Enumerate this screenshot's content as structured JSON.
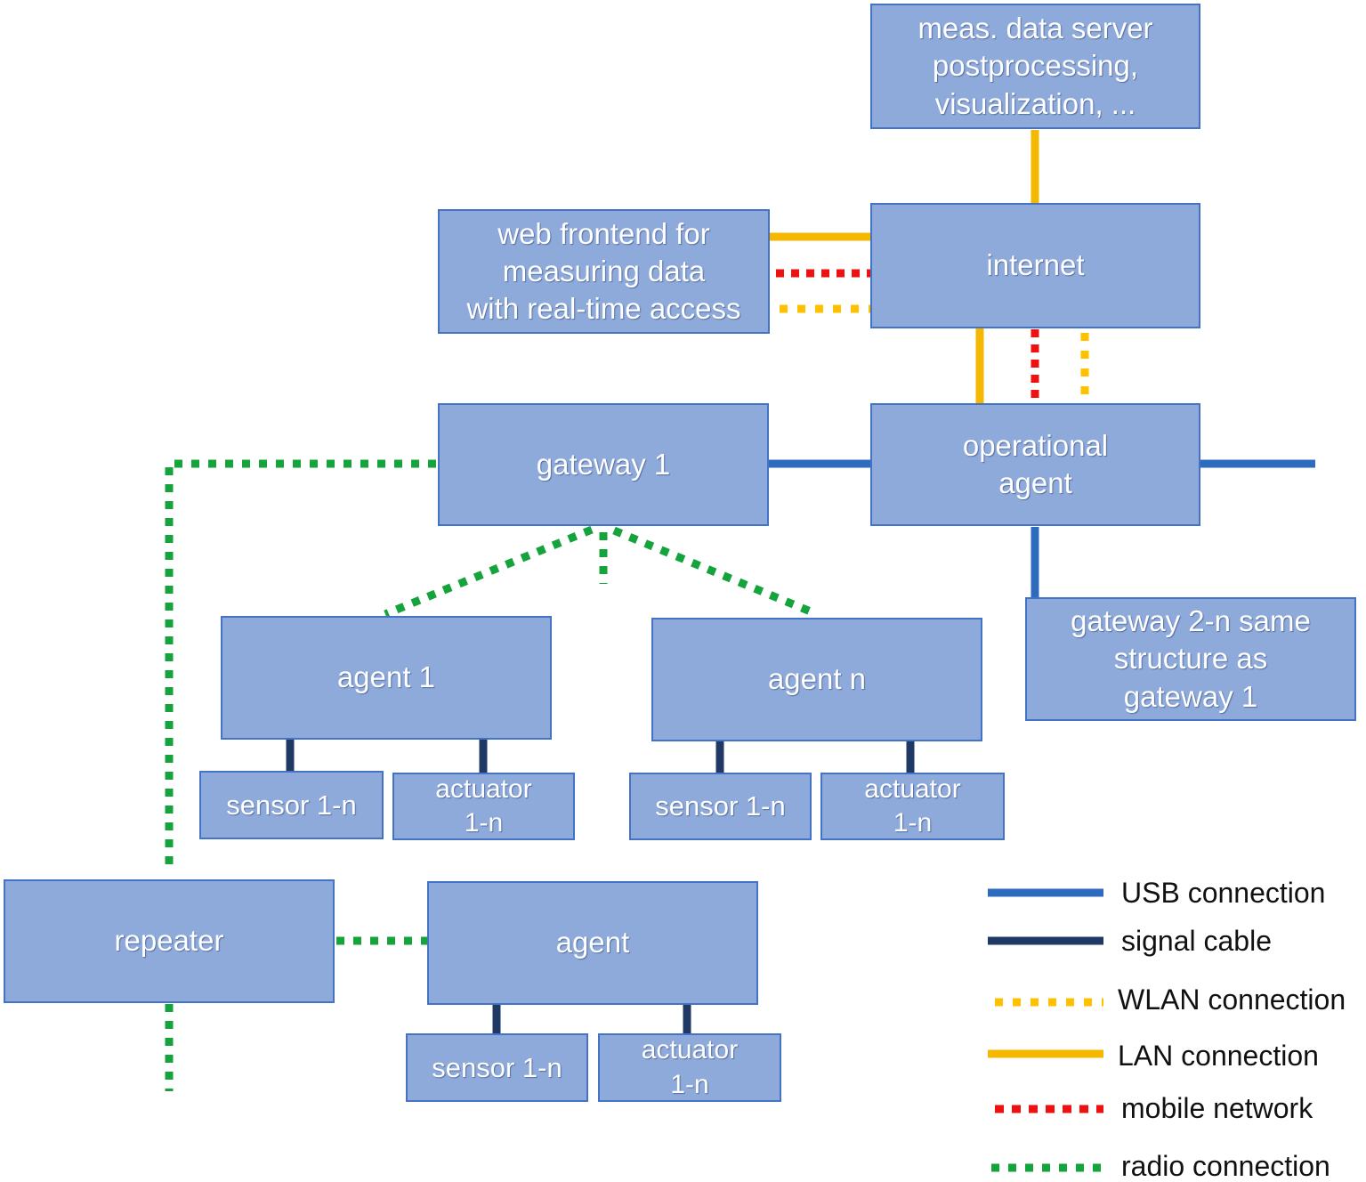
{
  "colors": {
    "box_fill": "#8eaadb",
    "box_border": "#4472c4",
    "usb": "#2e6bbf",
    "signal": "#1f3864",
    "wlan": "#ffc000",
    "lan": "#f5b800",
    "mobile": "#ee1111",
    "radio": "#15a33c"
  },
  "nodes": {
    "meas_server": [
      "meas. data server",
      "postprocessing,",
      "visualization, ..."
    ],
    "internet": [
      "internet"
    ],
    "web_frontend": [
      "web frontend for",
      "measuring data",
      "with real-time access"
    ],
    "gateway1": [
      "gateway 1"
    ],
    "operational_agent": [
      "operational",
      "agent"
    ],
    "gateway2n": [
      "gateway 2-n  same",
      "structure as",
      "gateway  1"
    ],
    "agent1": [
      "agent 1"
    ],
    "agentn": [
      "agent n"
    ],
    "sensor_a1": [
      "sensor 1-n"
    ],
    "actuator_a1": [
      "actuator",
      "1-n"
    ],
    "sensor_an": [
      "sensor 1-n"
    ],
    "actuator_an": [
      "actuator",
      "1-n"
    ],
    "repeater": [
      "repeater"
    ],
    "agent": [
      "agent"
    ],
    "sensor_ag": [
      "sensor 1-n"
    ],
    "actuator_ag": [
      "actuator",
      "1-n"
    ]
  },
  "legend": [
    {
      "key": "usb",
      "label": "USB connection",
      "style": "solid"
    },
    {
      "key": "signal",
      "label": "signal cable",
      "style": "solid"
    },
    {
      "key": "wlan",
      "label": "WLAN connection",
      "style": "dotted"
    },
    {
      "key": "lan",
      "label": "LAN connection",
      "style": "solid"
    },
    {
      "key": "mobile",
      "label": "mobile network",
      "style": "dotted"
    },
    {
      "key": "radio",
      "label": "radio connection",
      "style": "dotted"
    }
  ]
}
